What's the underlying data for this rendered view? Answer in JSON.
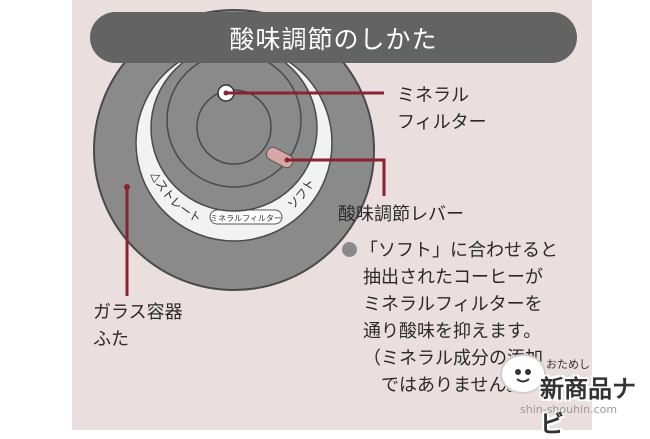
{
  "header": {
    "title": "酸味調節のしかた"
  },
  "colors": {
    "panel": "#eadede",
    "header": "#636363",
    "leader": "#8a2232",
    "body_gray": "#8a8a8a",
    "dark_gray": "#636363"
  },
  "callouts": {
    "mineral_filter": [
      "ミネラル",
      "フィルター"
    ],
    "lever": "酸味調節レバー",
    "glass_lid": [
      "ガラス容器",
      "ふた"
    ]
  },
  "dial": {
    "left_text": "△ストレート",
    "right_text": "ソフト",
    "bottom_text": "ミネラルフィルター"
  },
  "description": {
    "lines": [
      "「ソフト」に合わせると",
      "抽出されたコーヒーが",
      "ミネラルフィルターを",
      "通り酸味を抑えます。",
      "（ミネラル成分の添加",
      "　ではありません。）"
    ]
  },
  "watermark": {
    "small": "おためし",
    "brand": "新商品ナビ",
    "url": "shin-shouhin.com",
    "mascot_icon": "mascot-face-icon"
  }
}
